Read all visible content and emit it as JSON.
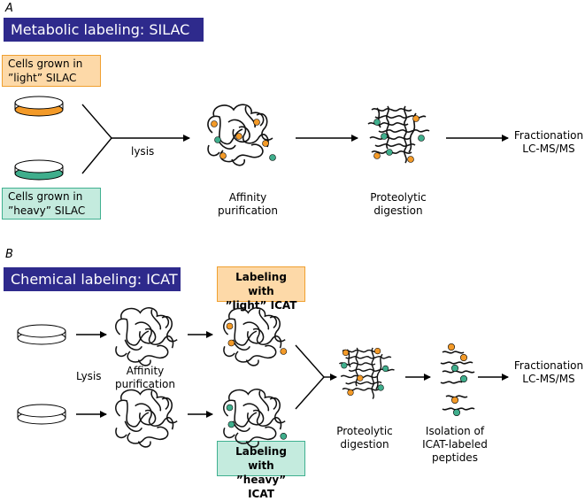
{
  "panel_a": {
    "letter": "A",
    "title": "Metabolic labeling: SILAC",
    "light_box": [
      "Cells grown in",
      "”light” SILAC"
    ],
    "heavy_box": [
      "Cells grown in",
      "”heavy” SILAC"
    ],
    "lysis": "lysis",
    "affinity": [
      "Affinity",
      "purification"
    ],
    "proteolytic": [
      "Proteolytic",
      "digestion"
    ],
    "fractionation": [
      "Fractionation",
      "LC-MS/MS"
    ]
  },
  "panel_b": {
    "letter": "B",
    "title": "Chemical labeling: ICAT",
    "light_box": [
      "Labeling with",
      "”light” ICAT"
    ],
    "heavy_box": [
      "Labeling with",
      "”heavy” ICAT"
    ],
    "lysis": "Lysis",
    "affinity": [
      "Affinity",
      "purification"
    ],
    "proteolytic": [
      "Proteolytic",
      "digestion"
    ],
    "isolation": [
      "Isolation of",
      "ICAT-labeled",
      "peptides"
    ],
    "fractionation": [
      "Fractionation",
      "LC-MS/MS"
    ]
  },
  "colors": {
    "title_bg": "#2e2a8c",
    "light": "#f0a030",
    "heavy": "#40b090"
  }
}
